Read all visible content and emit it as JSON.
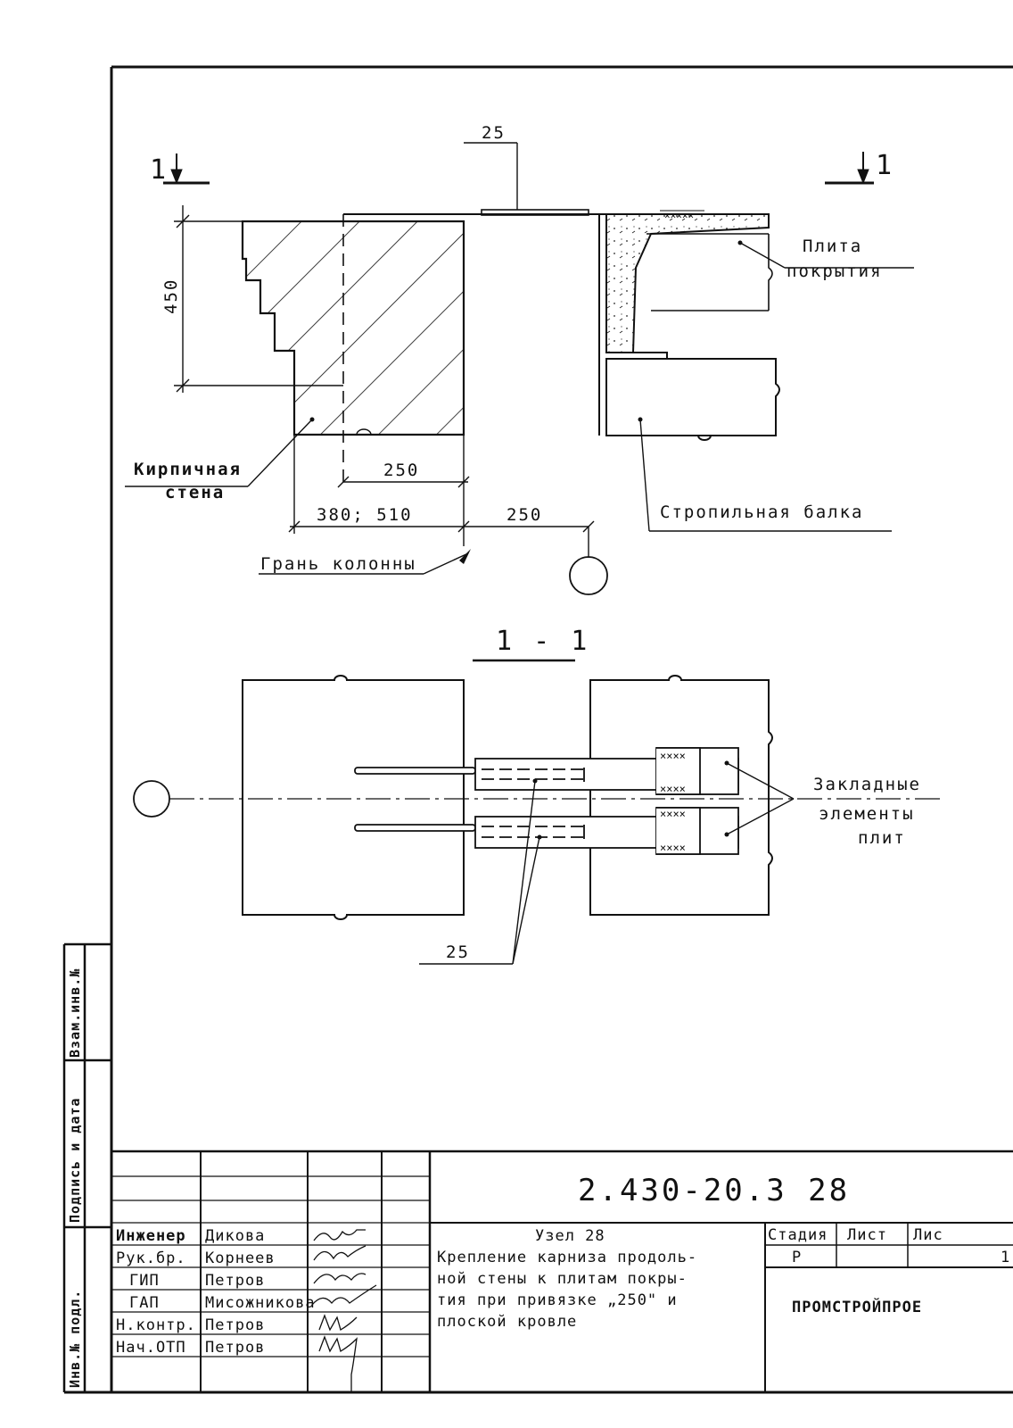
{
  "section_marks": {
    "left": "1",
    "right": "1"
  },
  "section_title": "1 - 1",
  "dimensions": {
    "weld_top": "25",
    "height": "450",
    "wall_offset": "250",
    "wall_thickness": "380; 510",
    "column_offset": "250",
    "weld_bottom": "25"
  },
  "labels": {
    "plate": [
      "Плита",
      "покрытия"
    ],
    "brick_wall": [
      "Кирпичная",
      "стена"
    ],
    "rafter_beam": "Стропильная балка",
    "column_face": "Грань колонны",
    "embedded": [
      "Закладные",
      "элементы",
      "плит"
    ]
  },
  "side_stamp": {
    "inv_no": "Инв.№ подл.",
    "sign_date": "Подпись и дата",
    "replace_inv": "Взам.инв.№"
  },
  "title_block": {
    "doc_code": "2.430-20.3  28",
    "node": "Узел 28",
    "description": [
      "Крепление карниза продоль-",
      "ной стены к плитам покры-",
      "тия при привязке „250\" и",
      "плоской кровле"
    ],
    "stage_header": "Стадия",
    "sheet_header": "Лист",
    "sheets_header": "Лис",
    "stage_value": "Р",
    "sheets_value": "1",
    "organization": "ПРОМСТРОЙПРОЕ",
    "people": [
      {
        "role": "Инженер",
        "name": "Дикова"
      },
      {
        "role": "Рук.бр.",
        "name": "Корнеев"
      },
      {
        "role": "ГИП",
        "name": "Петров"
      },
      {
        "role": "ГАП",
        "name": "Мисожникова"
      },
      {
        "role": "Н.контр.",
        "name": "Петров"
      },
      {
        "role": "Нач.ОТП",
        "name": "Петров"
      }
    ]
  }
}
